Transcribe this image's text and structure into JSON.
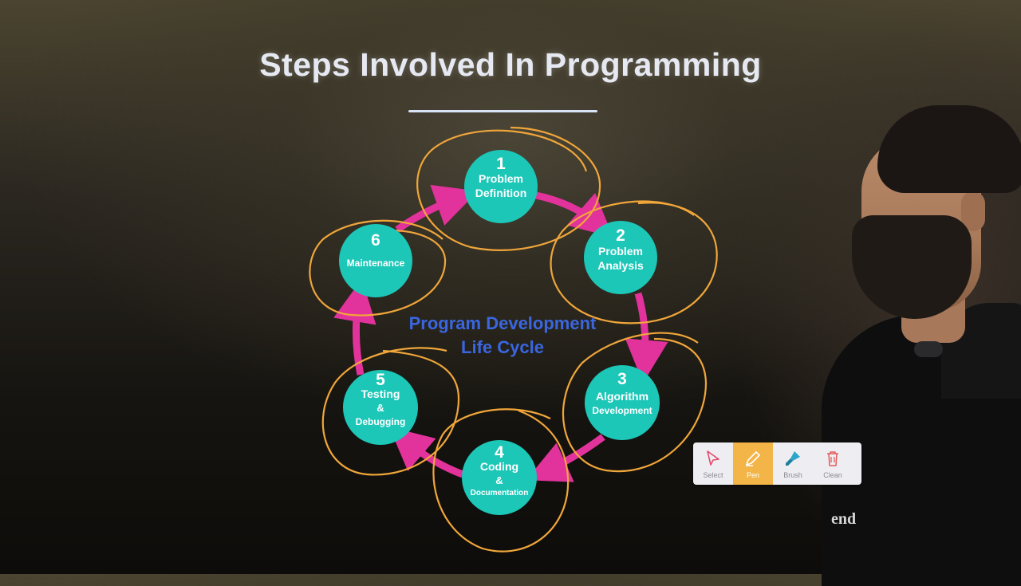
{
  "slide": {
    "title": "Steps Involved In Programming",
    "center_label_line1": "Program Development",
    "center_label_line2": "Life Cycle"
  },
  "steps": [
    {
      "number": "1",
      "line1": "Problem",
      "line2": "Definition",
      "line3": ""
    },
    {
      "number": "2",
      "line1": "Problem",
      "line2": "Analysis",
      "line3": ""
    },
    {
      "number": "3",
      "line1": "Algorithm",
      "line2": "Development",
      "line3": ""
    },
    {
      "number": "4",
      "line1": "Coding",
      "line2": "&",
      "line3": "Documentation"
    },
    {
      "number": "5",
      "line1": "Testing",
      "line2": "&",
      "line3": "Debugging"
    },
    {
      "number": "6",
      "line1": "Maintenance",
      "line2": "",
      "line3": ""
    }
  ],
  "toolbar": {
    "tools": [
      {
        "label": "Select",
        "icon": "cursor-icon",
        "active": false
      },
      {
        "label": "Pen",
        "icon": "pen-icon",
        "active": true
      },
      {
        "label": "Brush",
        "icon": "brush-icon",
        "active": false
      },
      {
        "label": "Clean",
        "icon": "trash-icon",
        "active": false
      }
    ]
  },
  "presenter": {
    "shirt_text": "end"
  },
  "colors": {
    "node_fill": "#1cc7b8",
    "arrow": "#e2329b",
    "annotation": "#f0a63a",
    "center_label": "#3a66e0",
    "toolbar_active": "#f3b547"
  }
}
